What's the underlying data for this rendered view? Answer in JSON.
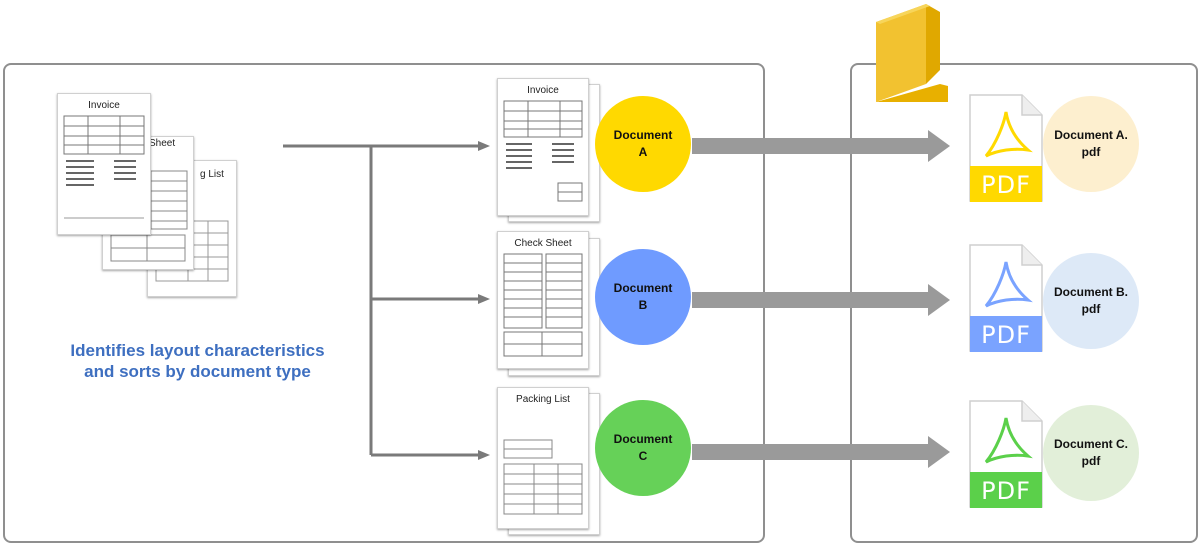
{
  "caption": {
    "line1": "Identifies layout characteristics",
    "line2": "and sorts by document type"
  },
  "input_stack": {
    "invoice_title": "Invoice",
    "check_title": "Sheet",
    "packing_title": "g List"
  },
  "sorted": [
    {
      "doc_title": "Invoice",
      "line1": "Document",
      "line2": "A",
      "color": "#ffd900",
      "pdf_color": "#ffd900",
      "pdf_line1": "Document A.",
      "pdf_line2": "pdf",
      "pdf_bg": "#fdefcf"
    },
    {
      "doc_title": "Check Sheet",
      "line1": "Document",
      "line2": "B",
      "color": "#6f9bff",
      "pdf_color": "#7aa3ff",
      "pdf_line1": "Document B.",
      "pdf_line2": "pdf",
      "pdf_bg": "#dde9f7"
    },
    {
      "doc_title": "Packing List",
      "line1": "Document",
      "line2": "C",
      "color": "#66d158",
      "pdf_color": "#5bd04a",
      "pdf_line1": "Document C.",
      "pdf_line2": "pdf",
      "pdf_bg": "#e2efd9"
    }
  ],
  "pdf_badge": "PDF",
  "colors": {
    "panel_border": "#8f8f8f",
    "arrow": "#9a9a9a",
    "folder": "#f2c230",
    "caption": "#3e6fc0"
  }
}
